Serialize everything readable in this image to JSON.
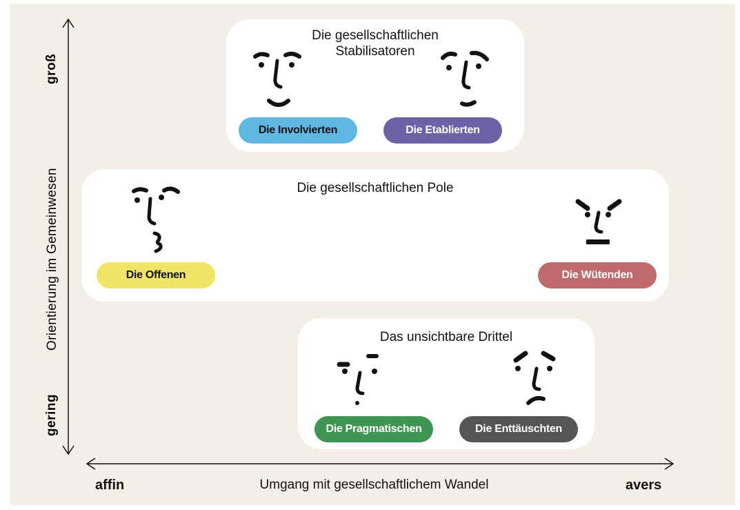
{
  "colors": {
    "background": "#f3efe7",
    "box": "#ffffff",
    "involvierten": "#5fb7e2",
    "etablierten": "#6c62a6",
    "offenen": "#f0e564",
    "wuetenden": "#c06a6b",
    "pragmatischen": "#3f9652",
    "enttaeuschten": "#555555"
  },
  "y_axis": {
    "label": "Orientierung im Gemeinwesen",
    "top": "groß",
    "bottom": "gering"
  },
  "x_axis": {
    "label": "Umgang mit gesellschaftlichem Wandel",
    "left": "affin",
    "right": "avers"
  },
  "groups": {
    "stabilisatoren": {
      "title": "Die gesellschaftlichen\nStabilisatoren",
      "types": [
        {
          "name": "Die Involvierten",
          "face": "smiling-face-icon"
        },
        {
          "name": "Die Etablierten",
          "face": "content-face-icon"
        }
      ]
    },
    "pole": {
      "title": "Die gesellschaftlichen Pole",
      "types": [
        {
          "name": "Die Offenen",
          "face": "open-face-icon"
        },
        {
          "name": "Die Wütenden",
          "face": "angry-face-icon"
        }
      ]
    },
    "drittel": {
      "title": "Das unsichtbare Drittel",
      "types": [
        {
          "name": "Die Pragmatischen",
          "face": "skeptical-face-icon"
        },
        {
          "name": "Die Enttäuschten",
          "face": "disappointed-face-icon"
        }
      ]
    }
  }
}
